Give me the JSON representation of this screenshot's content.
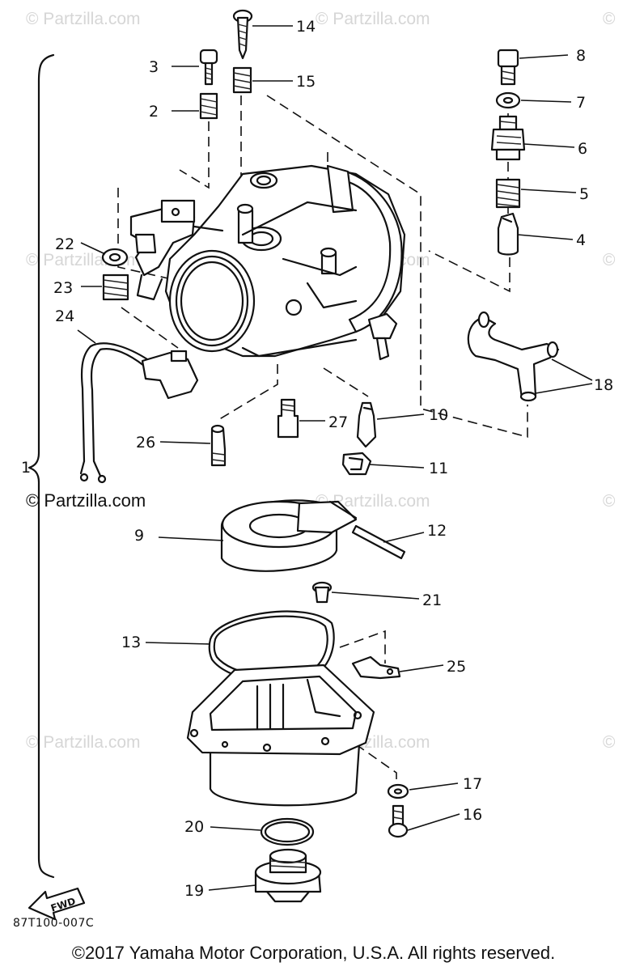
{
  "watermark_text": "© Partzilla.com",
  "watermark_symbol": "©",
  "branding": {
    "partzilla_mark": "© Partzilla.com"
  },
  "diagram": {
    "code": "87T100-007C",
    "fwd_label": "FWD",
    "assembly_callout": "1",
    "callouts": [
      "2",
      "3",
      "4",
      "5",
      "6",
      "7",
      "8",
      "9",
      "10",
      "11",
      "12",
      "13",
      "14",
      "15",
      "16",
      "17",
      "18",
      "19",
      "20",
      "21",
      "22",
      "23",
      "24",
      "25",
      "26",
      "27"
    ]
  },
  "footer": {
    "copyright": "©2017 Yamaha Motor Corporation, U.S.A. All rights reserved."
  },
  "colors": {
    "ink": "#111111",
    "watermark": "#d6d6d6",
    "background": "#ffffff"
  }
}
